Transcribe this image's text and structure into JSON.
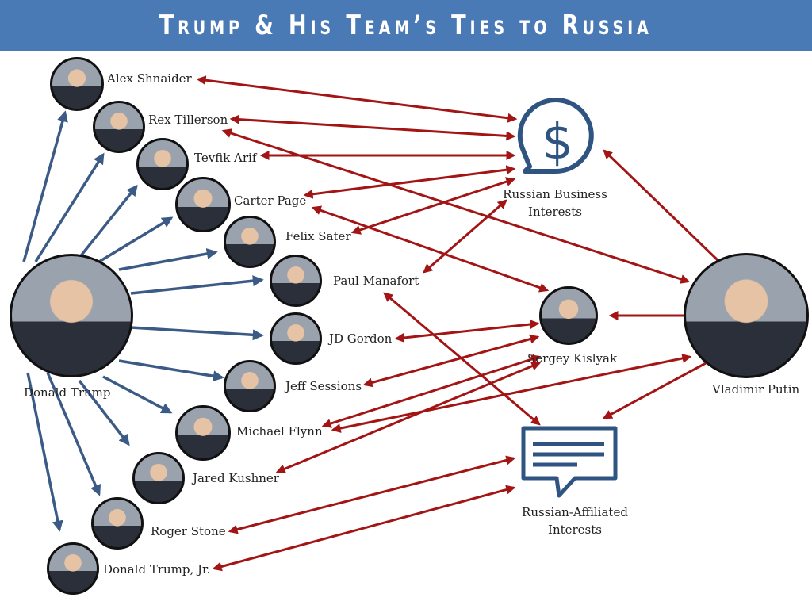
{
  "title": "Trump & His Team’s Ties to Russia",
  "colors": {
    "banner": "#4a7ab5",
    "blue_arrow": "#3b5b86",
    "red_arrow": "#a31515",
    "icon": "#2f5482"
  },
  "center": "Donald Trump",
  "associates": [
    "Alex Shnaider",
    "Rex Tillerson",
    "Tevfik Arif",
    "Carter Page",
    "Felix Sater",
    "Paul Manafort",
    "JD Gordon",
    "Jeff Sessions",
    "Michael Flynn",
    "Jared Kushner",
    "Roger Stone",
    "Donald Trump, Jr."
  ],
  "russia": {
    "putin": "Vladimir Putin",
    "kislyak": "Sergey Kislyak",
    "business": [
      "Russian Business",
      "Interests"
    ],
    "affiliated": [
      "Russian-Affiliated",
      "Interests"
    ]
  },
  "icons": {
    "business": "dollar-speech-bubble-icon",
    "affiliated": "message-bubble-icon"
  }
}
